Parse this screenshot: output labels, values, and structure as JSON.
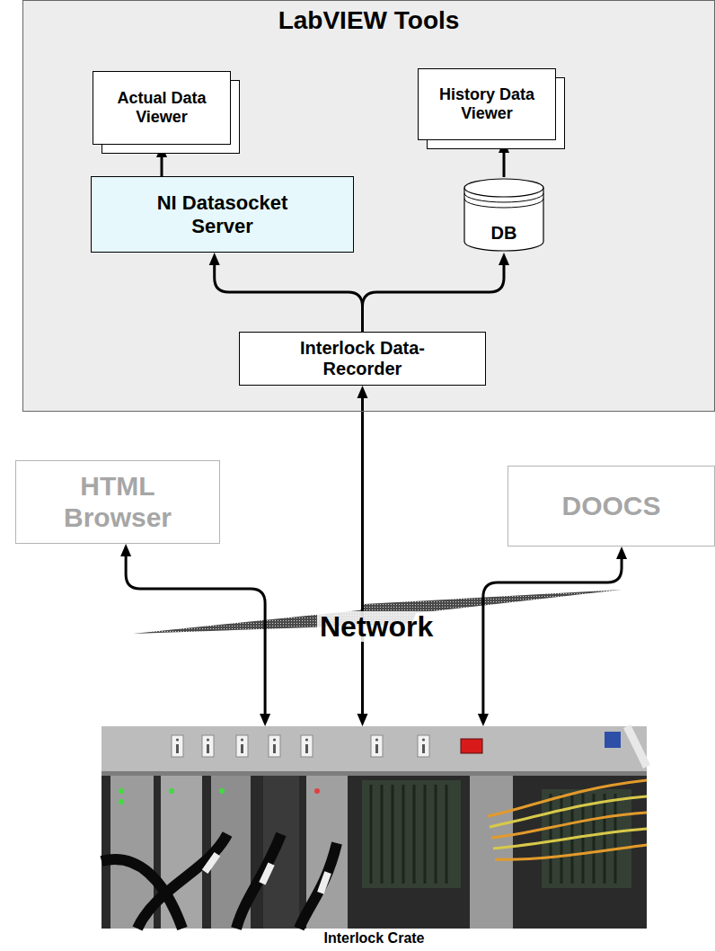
{
  "diagram": {
    "nodes": [
      {
        "text": [
          "LabVIEW Tools"
        ]
      },
      {
        "text": [
          "Actual Data Viewer"
        ],
        "in": 0
      },
      {
        "text": [
          "History Data Viewer"
        ],
        "in": 0
      },
      {
        "text": [
          "NI Datasocket Server"
        ],
        "in": 0
      },
      {
        "text": [
          "DB"
        ],
        "in": 0
      },
      {
        "text": [
          "Interlock Data-Recorder"
        ],
        "in": 0
      },
      {
        "text": [
          "HTML Browser"
        ]
      },
      {
        "text": [
          "DOOCS"
        ]
      },
      {
        "text": [
          "Interlock Crate"
        ]
      }
    ],
    "edges": [
      {
        "from": 3,
        "to": 1,
        "arrow": "to"
      },
      {
        "from": 4,
        "to": 2,
        "arrow": "to"
      },
      {
        "from": 5,
        "to": 3,
        "arrow": "to"
      },
      {
        "from": 5,
        "to": 4,
        "arrow": "to"
      },
      {
        "from": 5,
        "to": 8,
        "arrow": "both"
      },
      {
        "from": 8,
        "to": 6,
        "arrow": "both"
      },
      {
        "from": 8,
        "to": 7,
        "arrow": "both"
      }
    ],
    "labels": [
      "Network"
    ]
  }
}
